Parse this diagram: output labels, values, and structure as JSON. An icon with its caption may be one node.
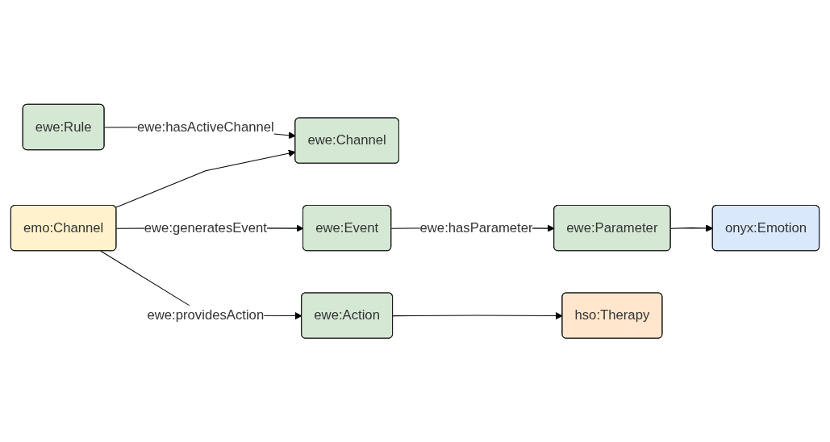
{
  "diagram": {
    "nodes": [
      {
        "text": [
          "ewe:Rule"
        ]
      },
      {
        "text": [
          "onyx:Emotion"
        ]
      },
      {
        "text": [
          "ewe:Channel"
        ]
      },
      {
        "text": [
          "ewe:Event"
        ]
      },
      {
        "text": [
          "ewe:Parameter"
        ]
      },
      {
        "text": [
          "emo:Channel"
        ]
      },
      {
        "text": [
          "ewe:Action"
        ]
      },
      {
        "text": [
          "hso:Therapy"
        ]
      }
    ],
    "edges": [
      {
        "from": 0,
        "to": 2,
        "arrow": "to",
        "label": "ewe:hasActiveChannel"
      },
      {
        "from": 5,
        "to": 2,
        "arrow": "to"
      },
      {
        "from": 5,
        "to": 3,
        "arrow": "to",
        "label": "ewe:generatesEvent"
      },
      {
        "from": 3,
        "to": 4,
        "arrow": "to",
        "label": "ewe:hasParameter"
      },
      {
        "from": 4,
        "to": 1,
        "arrow": "to"
      },
      {
        "from": 5,
        "to": 6,
        "arrow": "to",
        "label": "ewe:providesAction"
      },
      {
        "from": 6,
        "to": 7,
        "arrow": "to"
      }
    ]
  }
}
